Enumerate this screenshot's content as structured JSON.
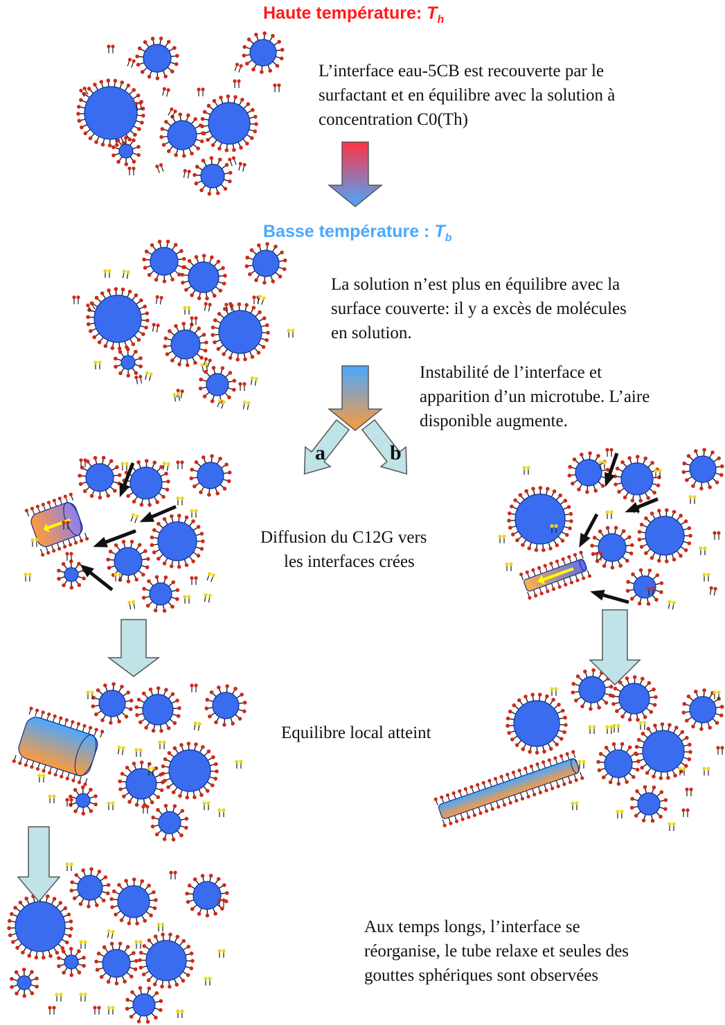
{
  "headings": {
    "high": {
      "prefix": "Haute température: ",
      "symbol": "T",
      "sub": "h",
      "color": "#ff1a1a"
    },
    "low": {
      "prefix": "Basse température : ",
      "symbol": "T",
      "sub": "b",
      "color": "#4aa8ff"
    }
  },
  "texts": {
    "step1": [
      "L’interface eau-5CB est recouverte par le",
      "surfactant et en équilibre avec la solution à",
      "concentration C0(Th)"
    ],
    "step2": [
      "La solution n’est plus en équilibre avec la",
      "surface couverte: il y a excès de molécules",
      "en solution."
    ],
    "step3": [
      "Instabilité de l’interface et",
      "apparition d’un microtube. L’aire",
      "disponible augmente."
    ],
    "step4": [
      "Diffusion du C12G vers",
      "les interfaces crées"
    ],
    "step5": [
      "Equilibre local atteint"
    ],
    "step6": [
      "Aux temps longs, l’interface se",
      "réorganise, le tube relaxe et seules des",
      "gouttes sphériques sont observées"
    ]
  },
  "branches": {
    "a": "a",
    "b": "b"
  },
  "colors": {
    "droplet": "#3a6cf0",
    "droplet_edge": "#1a2e8a",
    "head_red": "#cc2a1a",
    "head_yellow": "#e8d81a",
    "tail": "#1a1a1a",
    "hot": "#ff3344",
    "cold": "#4aa8ff",
    "flow_arrow": "#bfe3e6",
    "tube_diffusion": "#ffb347",
    "tube_flow": "#ffff00"
  }
}
